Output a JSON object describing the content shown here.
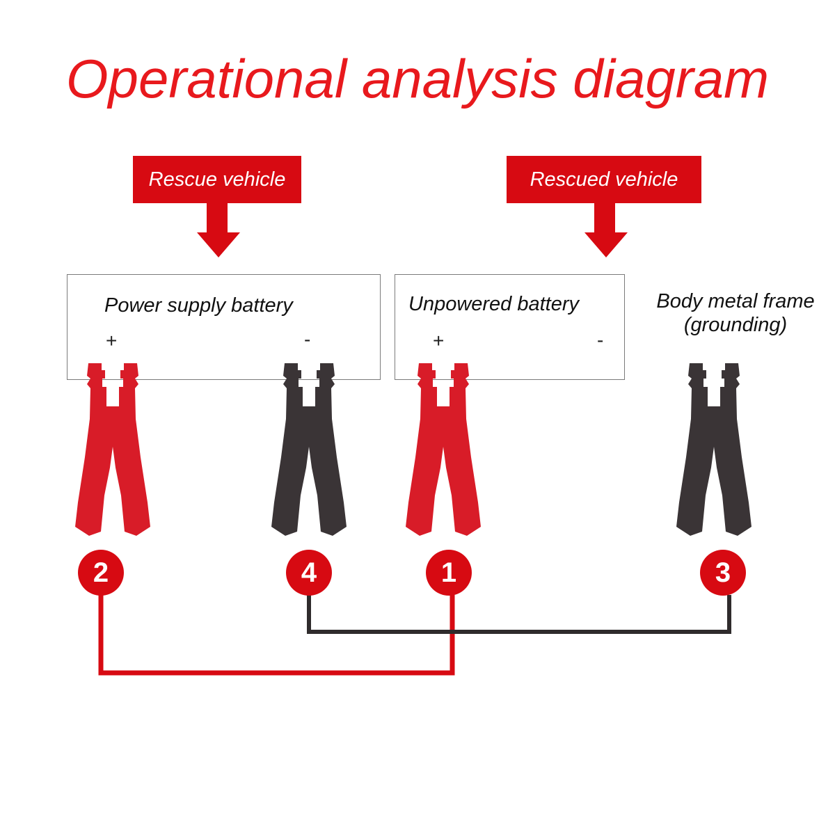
{
  "title": "Operational analysis diagram",
  "vehicles": {
    "rescue": "Rescue vehicle",
    "rescued": "Rescued vehicle"
  },
  "batteries": {
    "power": {
      "label": "Power supply battery",
      "plus": "+",
      "minus": "-"
    },
    "unpowered": {
      "label": "Unpowered battery",
      "plus": "+",
      "minus": "-"
    }
  },
  "frame": {
    "line1": "Body metal frame",
    "line2": "(grounding)"
  },
  "connections": [
    "2",
    "4",
    "1",
    "3"
  ],
  "colors": {
    "red": "#d70a12",
    "clamp_red": "#d81c28",
    "clamp_black": "#3a3436",
    "wire_black": "#2f2b2c"
  }
}
